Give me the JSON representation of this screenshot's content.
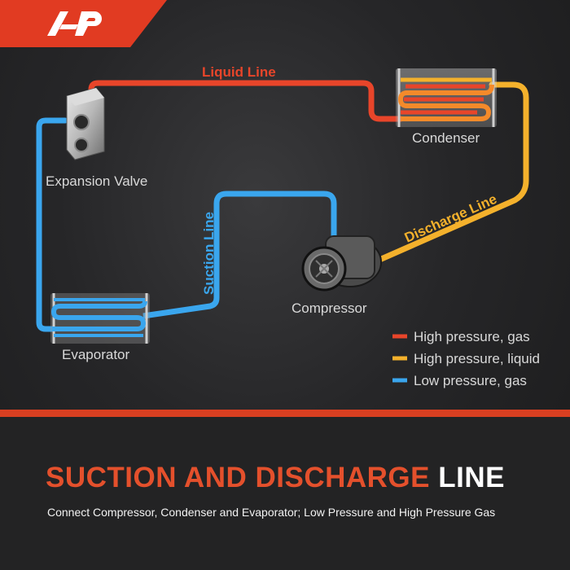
{
  "brand": {
    "logo_text": "A-P",
    "logo_color": "#e13b22"
  },
  "components": {
    "expansion_valve": "Expansion Valve",
    "condenser": "Condenser",
    "evaporator": "Evaporator",
    "compressor": "Compressor"
  },
  "lines": {
    "liquid": "Liquid Line",
    "suction": "Suction Line",
    "discharge": "Discharge Line"
  },
  "legend": [
    {
      "label": "High pressure, gas",
      "color": "#e8452a"
    },
    {
      "label": "High pressure, liquid",
      "color": "#f4b12c"
    },
    {
      "label": "Low pressure, gas",
      "color": "#3aa6ee"
    }
  ],
  "headline": {
    "accent": "SUCTION AND DISCHARGE",
    "rest": "LINE"
  },
  "subline": "Connect Compressor, Condenser and Evaporator; Low Pressure and High Pressure Gas",
  "colors": {
    "red": "#e8452a",
    "yellow": "#f4b12c",
    "blue": "#3aa6ee",
    "accent_bar": "#d93f21"
  }
}
